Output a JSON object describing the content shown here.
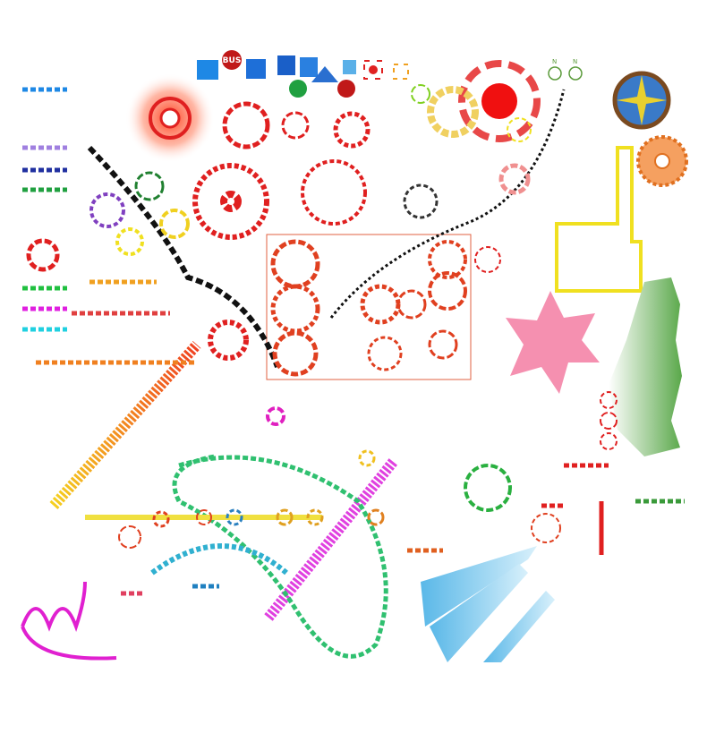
{
  "canvas": {
    "background": "#ffffff"
  },
  "labels": {
    "bus_badge": "BUS",
    "compass_north_1": "N",
    "compass_north_2": "N"
  },
  "colors": {
    "red": "#e8201c",
    "orange": "#f5a020",
    "yellow": "#f2e020",
    "green": "#2aa84a",
    "blue": "#2a6fd0",
    "cyan": "#7ccff0",
    "magenta": "#d020d0",
    "pink": "#f07aa0",
    "black": "#111111"
  },
  "icons": [
    "bus-sign-icon",
    "bus-badge-icon",
    "car-sign-icon",
    "pedestrian-sign-icon",
    "train-sign-icon",
    "ship-warning-icon",
    "airplane-sign-icon",
    "compass-rose-icon",
    "pointing-hand-icon",
    "star-burst-icon",
    "map-region-icon"
  ]
}
